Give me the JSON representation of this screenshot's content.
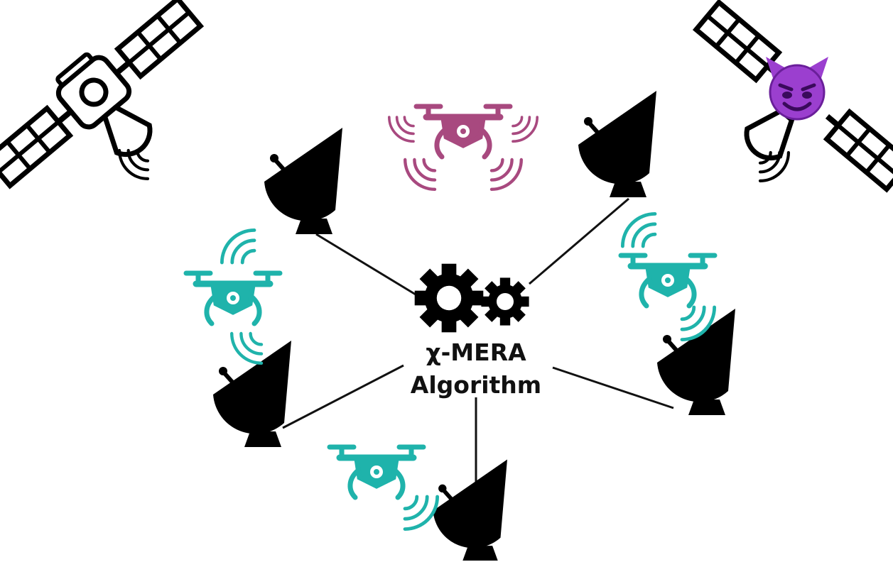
{
  "center": {
    "line1": "χ-MERA",
    "line2": "Algorithm",
    "gears_icon": "gears-icon"
  },
  "colors": {
    "ink": "#000000",
    "friendly_drone": "#1fb3ab",
    "suspect_drone": "#a8497f",
    "adversary": "#9b3fcf",
    "links": "#111111"
  },
  "icons": {
    "satellite": "satellite-icon",
    "adversary_satellite": "satellite-icon",
    "adversary_badge": "devil-face-icon",
    "ground_station": "satellite-dish-icon",
    "drone": "drone-icon"
  },
  "counts": {
    "ground_stations": 5,
    "friendly_drones": 3,
    "suspect_drones": 1,
    "satellites": 2
  }
}
